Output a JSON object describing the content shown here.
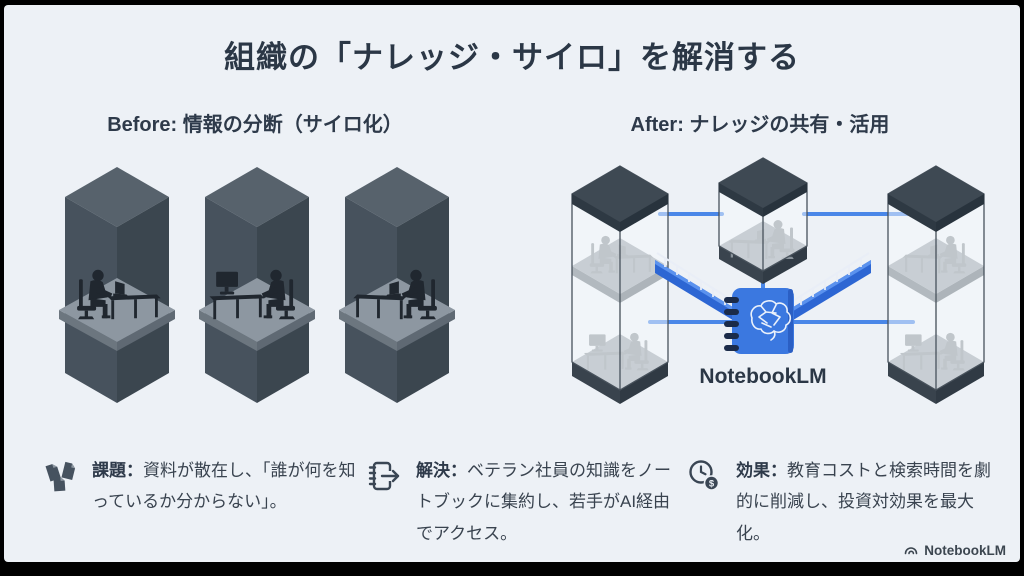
{
  "title": "組織の「ナレッジ・サイロ」を解消する",
  "sections": {
    "before": {
      "heading": "Before: 情報の分断（サイロ化）"
    },
    "after": {
      "heading": "After: ナレッジの共有・活用",
      "hub_label": "NotebookLM"
    }
  },
  "notes": [
    {
      "icon": "scattered-documents-icon",
      "label": "課題：",
      "text": "資料が散在し、「誰が何を知っているか分からない」。"
    },
    {
      "icon": "notebook-arrow-icon",
      "label": "解決：",
      "text": "ベテラン社員の知識をノートブックに集約し、若手がAI経由でアクセス。"
    },
    {
      "icon": "clock-dollar-icon",
      "label": "効果：",
      "text": "教育コストと検索時間を劇的に削減し、投資対効果を最大化。"
    }
  ],
  "icons": {
    "coin_symbol": "$"
  },
  "watermark": {
    "label": "NotebookLM"
  },
  "colors": {
    "background": "#edf1f6",
    "frame": "#000000",
    "title_text": "#2b3746",
    "body_text": "#39434f",
    "accent_blue": "#4a87e8",
    "notebook_blue": "#3b78e0",
    "silo_face": "#47525d",
    "silhouette_dark": "#20272f",
    "worker_gray": "#8a939b",
    "glass_edge": "#48525c"
  }
}
